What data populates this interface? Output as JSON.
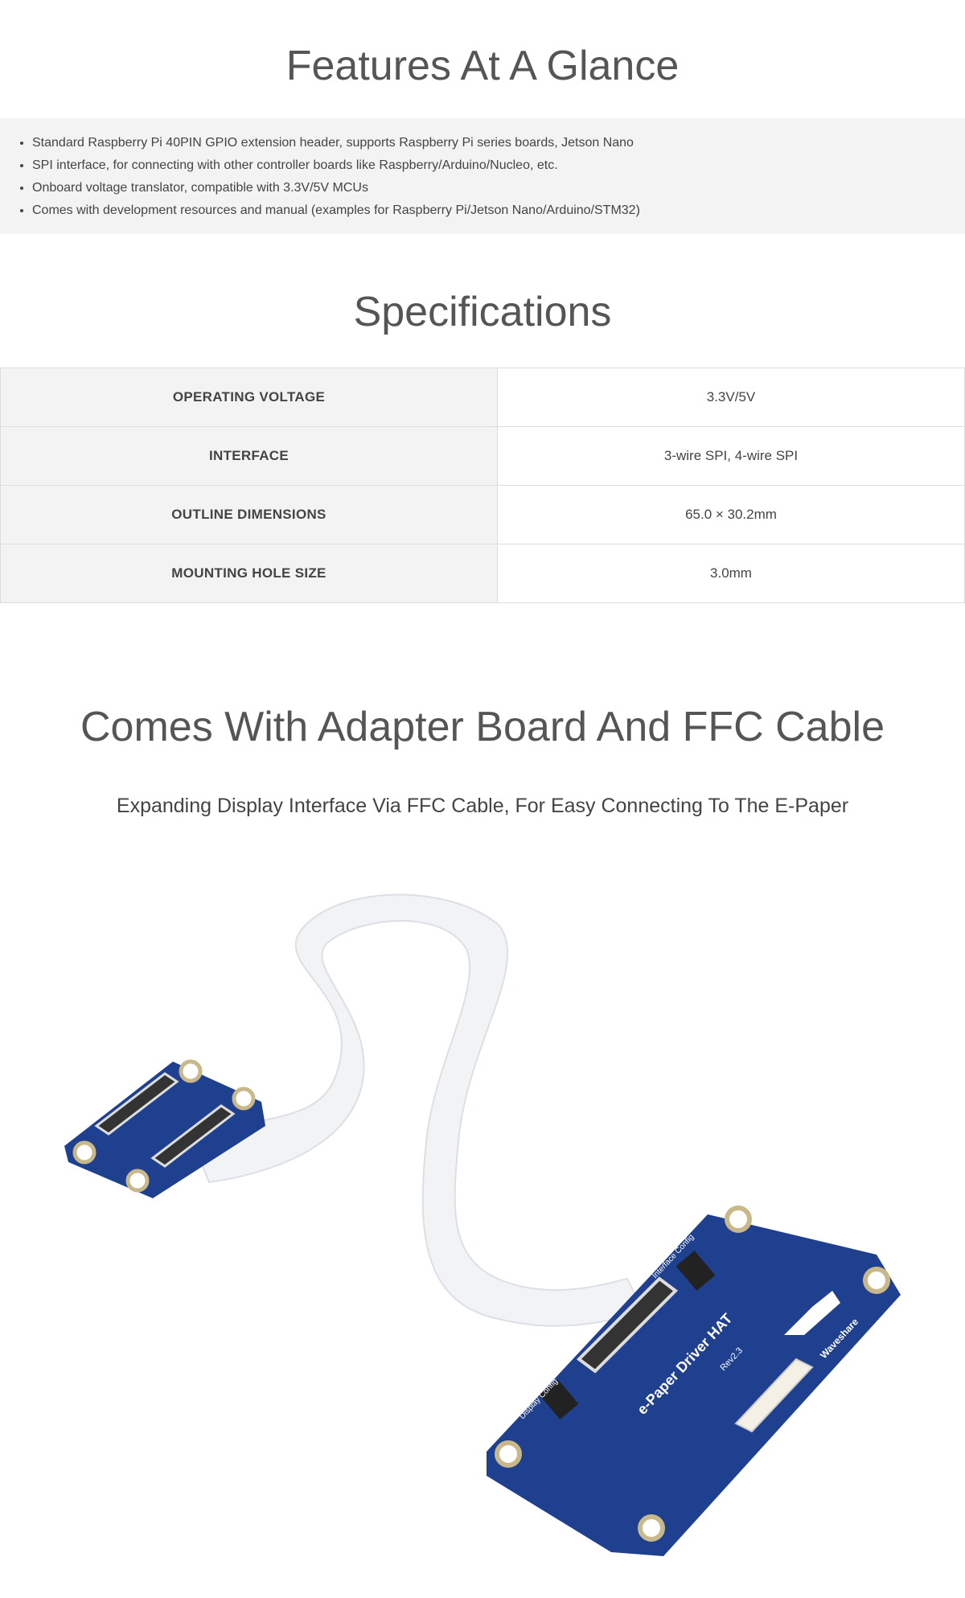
{
  "features": {
    "title": "Features At A Glance",
    "items": [
      "Standard Raspberry Pi 40PIN GPIO extension header, supports Raspberry Pi series boards, Jetson Nano",
      "SPI interface, for connecting with other controller boards like Raspberry/Arduino/Nucleo, etc.",
      "Onboard voltage translator, compatible with 3.3V/5V MCUs",
      "Comes with development resources and manual (examples for Raspberry Pi/Jetson Nano/Arduino/STM32)"
    ]
  },
  "specs": {
    "title": "Specifications",
    "rows": [
      {
        "label": "OPERATING VOLTAGE",
        "value": "3.3V/5V"
      },
      {
        "label": "INTERFACE",
        "value": "3-wire SPI, 4-wire SPI"
      },
      {
        "label": "OUTLINE DIMENSIONS",
        "value": "65.0 × 30.2mm"
      },
      {
        "label": "MOUNTING HOLE SIZE",
        "value": "3.0mm"
      }
    ]
  },
  "adapter": {
    "title": "Comes With Adapter Board And FFC Cable",
    "subtitle": "Expanding Display Interface Via FFC Cable, For Easy Connecting To The E-Paper",
    "board_text": {
      "name": "e-Paper Driver HAT",
      "rev": "Rev2.3",
      "brand": "Waveshare",
      "interface_config": "Interface Config",
      "display_config": "Display Config"
    },
    "colors": {
      "pcb": "#1f3f8f",
      "cable": "#f2f3f5"
    }
  }
}
